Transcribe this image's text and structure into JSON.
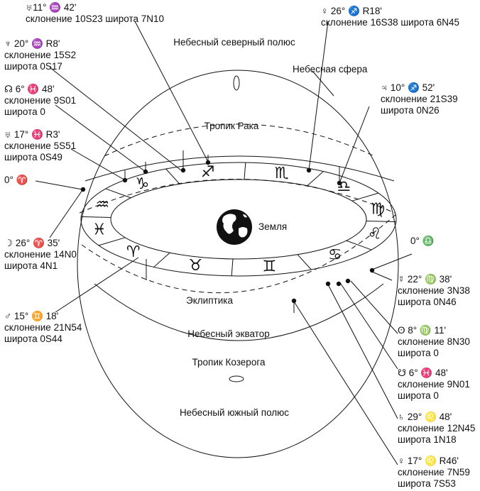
{
  "labels": {
    "north_pole": "Небесный северный полюс",
    "sphere": "Небесная сфера",
    "tropic_cancer": "Тропик Рака",
    "earth": "Земля",
    "ecliptic": "Эклиптика",
    "equator": "Небесный экватор",
    "tropic_capricorn": "Тропик Козерога",
    "south_pole": "Небесный южный полюс",
    "aries_zero": "0° ♈",
    "libra_zero": "0° ♎"
  },
  "planets": {
    "uranus": {
      "l1": "♅11° ♒ 42'",
      "l2": "склонение 10S23 широта 7N10"
    },
    "neptune": {
      "l1": "♆ 20° ♒ R8'",
      "l2": "склонение 15S2",
      "l3": "широта 0S17"
    },
    "north_node": {
      "l1": "☊ 6° ♓ 48'",
      "l2": "склонение 9S01",
      "l3": "широта 0"
    },
    "uranus2": {
      "l1": "♅ 17° ♓ R3'",
      "l2": "склонение 5S51",
      "l3": "широта 0S49"
    },
    "moon": {
      "l1": "☽ 26° ♈ 35'",
      "l2": "склонение 14N0",
      "l3": "широта 4N1"
    },
    "mars": {
      "l1": "♂ 15° ♊ 18'",
      "l2": "склонение 21N54",
      "l3": "широта 0S44"
    },
    "pluto": {
      "l1": "♀ 26° ♐ R18'",
      "l2": "склонение 16S38 широта 6N45"
    },
    "jupiter": {
      "l1": "♃ 10° ♐ 52'",
      "l2": "склонение 21S39",
      "l3": "широта 0N26"
    },
    "mercury": {
      "l1": "☿ 22° ♍ 38'",
      "l2": "склонение 3N38",
      "l3": "широта 0N46"
    },
    "sun": {
      "l1": "ʘ 8° ♍ 11'",
      "l2": "склонение 8N30",
      "l3": "широта 0"
    },
    "south_node": {
      "l1": "☋ 6° ♓ 48'",
      "l2": "склонение 9N01",
      "l3": "широта 0"
    },
    "saturn": {
      "l1": "♄ 29° ♌ 48'",
      "l2": "склонение 12N45",
      "l3": "широта 1N18"
    },
    "venus": {
      "l1": "♀ 17° ♌ R46'",
      "l2": "склонение 7N59",
      "l3": "широта 7S53"
    }
  },
  "zodiac": [
    "♓",
    "♒",
    "♑",
    "♐",
    "♏",
    "♎",
    "♍",
    "♌",
    "♋",
    "♊",
    "♉",
    "♈"
  ]
}
